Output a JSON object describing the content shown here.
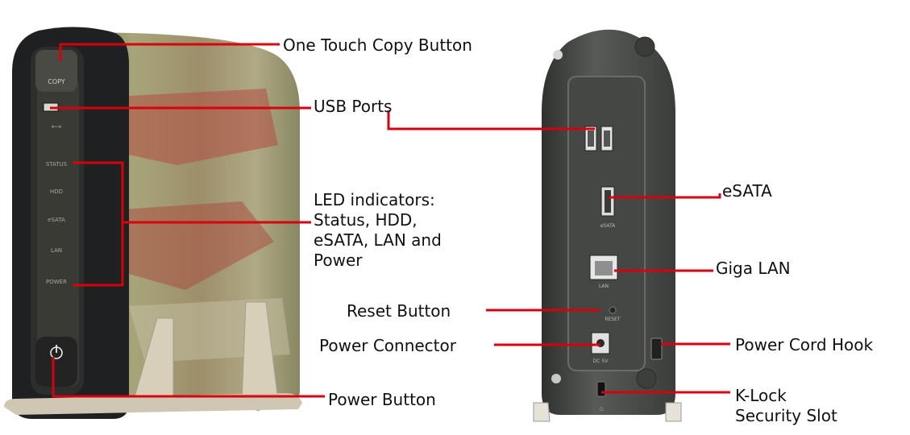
{
  "colors": {
    "leader_line": "#d8000c",
    "front_device_body": "#9a9a6a",
    "front_bezel": "#222222",
    "back_device_body": "#4a4c4a",
    "stand": "#cfc6b3"
  },
  "front_panel": {
    "copy_button_text": "COPY",
    "led_texts": [
      "STATUS",
      "HDD",
      "eSATA",
      "LAN",
      "POWER"
    ],
    "power_icon": "power-icon"
  },
  "back_panel": {
    "esata_text": "eSATA",
    "lan_text": "LAN",
    "reset_text": "RESET",
    "dc_text": "DC 5V"
  },
  "callouts": {
    "one_touch_copy": "One Touch Copy Button",
    "usb_ports": "USB Ports",
    "led_indicators": [
      "LED indicators:",
      "Status, HDD,",
      "eSATA, LAN and",
      "Power"
    ],
    "power_button": "Power Button",
    "esata": "eSATA",
    "giga_lan": "Giga LAN",
    "reset_button": "Reset Button",
    "power_connector": "Power Connector",
    "power_cord_hook": "Power Cord Hook",
    "k_lock": [
      "K-Lock",
      "Security Slot"
    ]
  }
}
